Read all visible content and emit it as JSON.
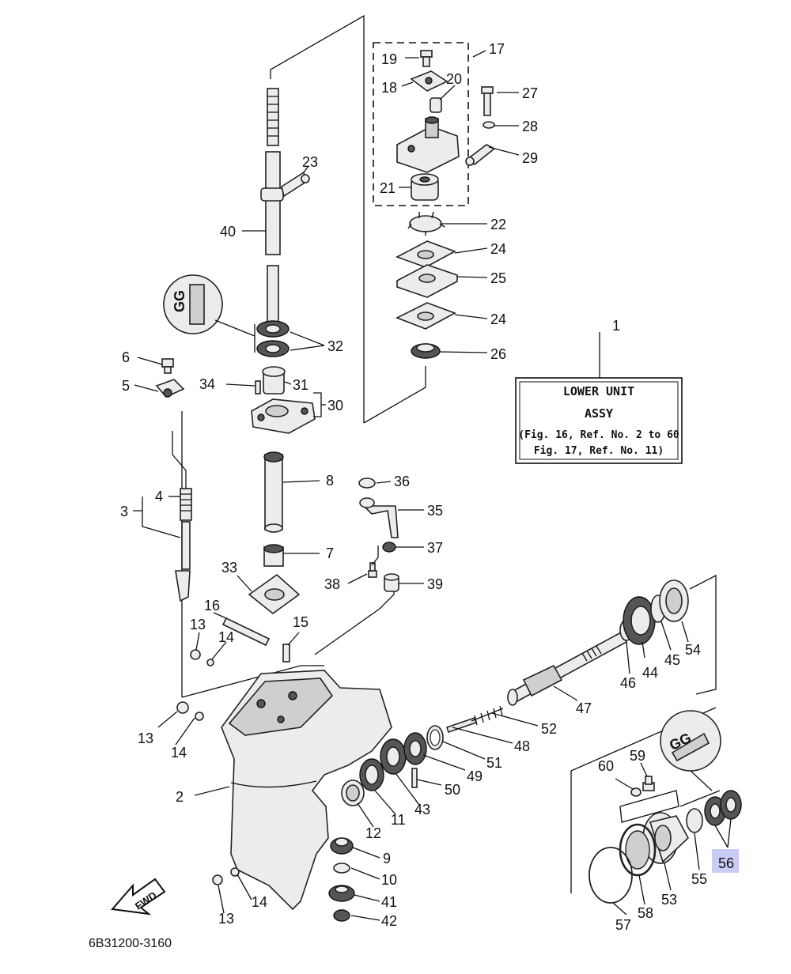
{
  "figure_code": "6B31200-3160",
  "assembly_box": {
    "ref": "1",
    "title": "LOWER UNIT",
    "subtitle": "ASSY",
    "note_line1": "(Fig. 16, Ref. No. 2 to 60",
    "note_line2": "Fig. 17, Ref. No. 11)"
  },
  "fwd_label": "FWD",
  "grease_label": "GG",
  "highlight_color": "#c9cdf5",
  "highlighted_ref": "56",
  "callouts": [
    "19",
    "18",
    "20",
    "17",
    "27",
    "28",
    "29",
    "21",
    "22",
    "24",
    "25",
    "24",
    "26",
    "23",
    "40",
    "32",
    "6",
    "5",
    "34",
    "31",
    "30",
    "4",
    "3",
    "8",
    "36",
    "35",
    "37",
    "33",
    "7",
    "38",
    "39",
    "16",
    "13",
    "14",
    "15",
    "13",
    "14",
    "2",
    "44",
    "45",
    "54",
    "46",
    "47",
    "52",
    "48",
    "51",
    "49",
    "50",
    "43",
    "11",
    "12",
    "9",
    "10",
    "41",
    "42",
    "13",
    "14",
    "59",
    "60",
    "55",
    "56",
    "53",
    "58",
    "57"
  ]
}
